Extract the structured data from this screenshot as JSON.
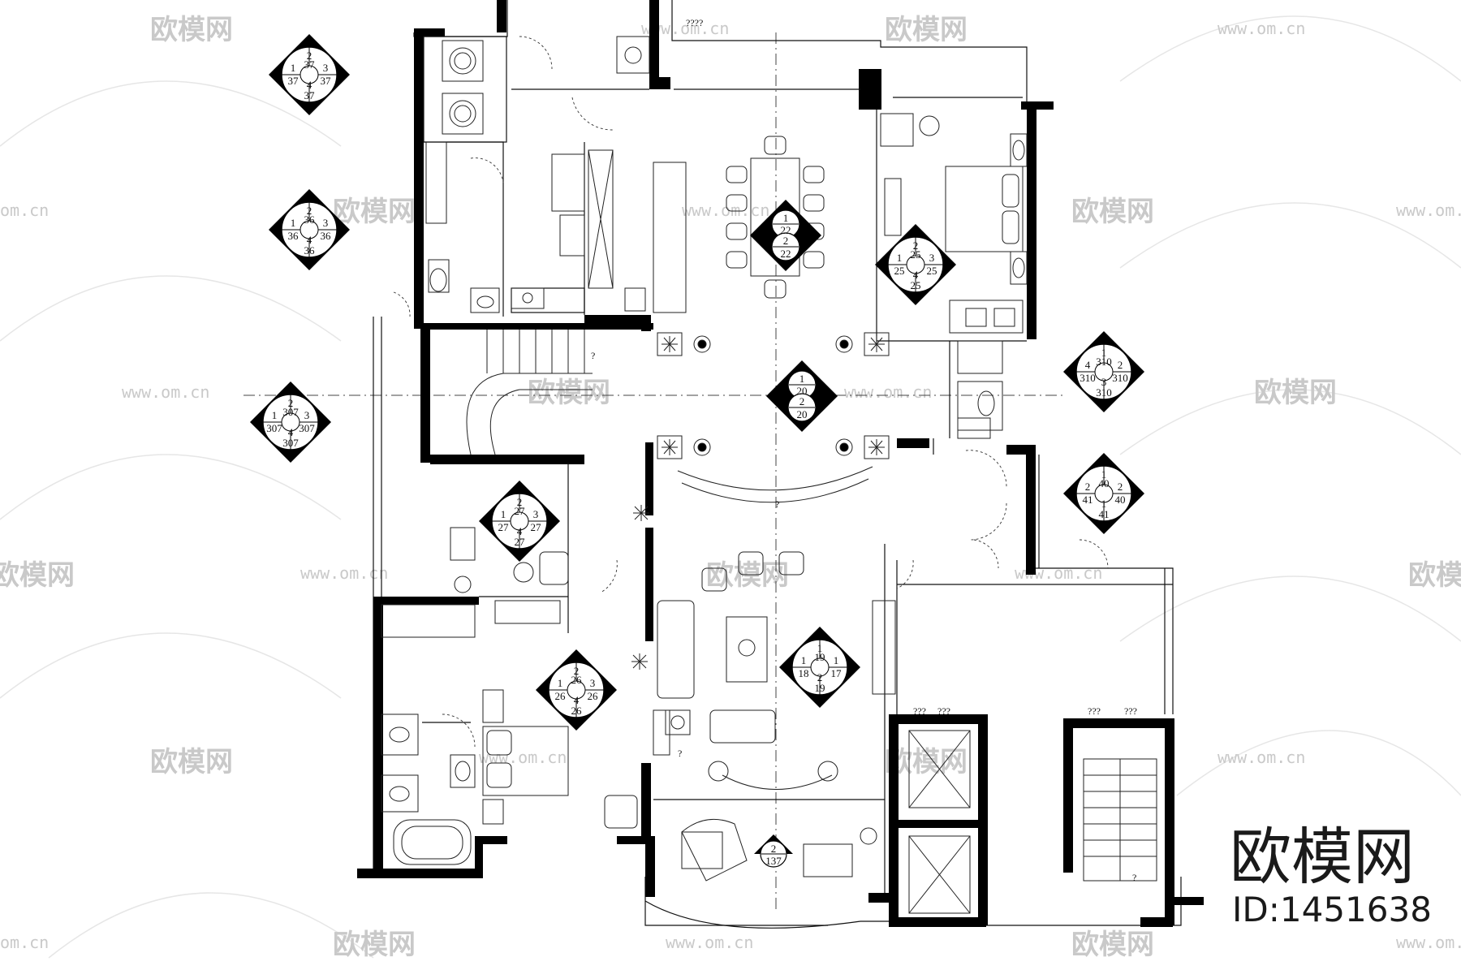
{
  "watermark": {
    "brand_text": "欧模网",
    "url_text": "www.om.cn",
    "url_short": "om.cn"
  },
  "branding": {
    "logo_text": "欧模网",
    "id_text": "ID:1451638"
  },
  "notes": {
    "unknown_label": "????",
    "door_label": "???",
    "question_mark": "?"
  },
  "elevation_tags": [
    {
      "id": "tag-37",
      "top": "2",
      "left": "1",
      "right": "3",
      "bottom": "4",
      "top_num": "37",
      "left_num": "37",
      "right_num": "37",
      "bottom_num": "37"
    },
    {
      "id": "tag-36",
      "top": "2",
      "left": "1",
      "right": "3",
      "bottom": "4",
      "top_num": "36",
      "left_num": "36",
      "right_num": "36",
      "bottom_num": "36"
    },
    {
      "id": "tag-307",
      "top": "2",
      "left": "1",
      "right": "3",
      "bottom": "4",
      "top_num": "307",
      "left_num": "307",
      "right_num": "307",
      "bottom_num": "307"
    },
    {
      "id": "tag-27",
      "top": "2",
      "left": "1",
      "right": "3",
      "bottom": "4",
      "top_num": "27",
      "left_num": "27",
      "right_num": "27",
      "bottom_num": "27"
    },
    {
      "id": "tag-26",
      "top": "2",
      "left": "1",
      "right": "3",
      "bottom": "4",
      "top_num": "26",
      "left_num": "26",
      "right_num": "26",
      "bottom_num": "26"
    },
    {
      "id": "tag-25",
      "top": "2",
      "left": "1",
      "right": "3",
      "bottom": "4",
      "top_num": "25",
      "left_num": "25",
      "right_num": "25",
      "bottom_num": "25"
    },
    {
      "id": "tag-310",
      "top": "1",
      "left": "4",
      "right": "2",
      "bottom": "3",
      "top_num": "310",
      "left_num": "310",
      "right_num": "310",
      "bottom_num": "310"
    },
    {
      "id": "tag-40",
      "top": "1",
      "left": "2",
      "right": "2",
      "bottom": "1",
      "top_num": "40",
      "left_num": "41",
      "right_num": "40",
      "bottom_num": "41"
    },
    {
      "id": "tag-19",
      "top": "1",
      "left": "1",
      "right": "1",
      "bottom": "2",
      "top_num": "19",
      "left_num": "18",
      "right_num": "17",
      "bottom_num": "19"
    }
  ],
  "split_tags": [
    {
      "id": "tag-22",
      "upper": "1",
      "upper_num": "22",
      "lower": "2",
      "lower_num": "22"
    },
    {
      "id": "tag-20",
      "upper": "1",
      "upper_num": "20",
      "lower": "2",
      "lower_num": "20"
    }
  ],
  "single_tags": [
    {
      "id": "tag-137",
      "num": "2",
      "sub": "137"
    }
  ]
}
